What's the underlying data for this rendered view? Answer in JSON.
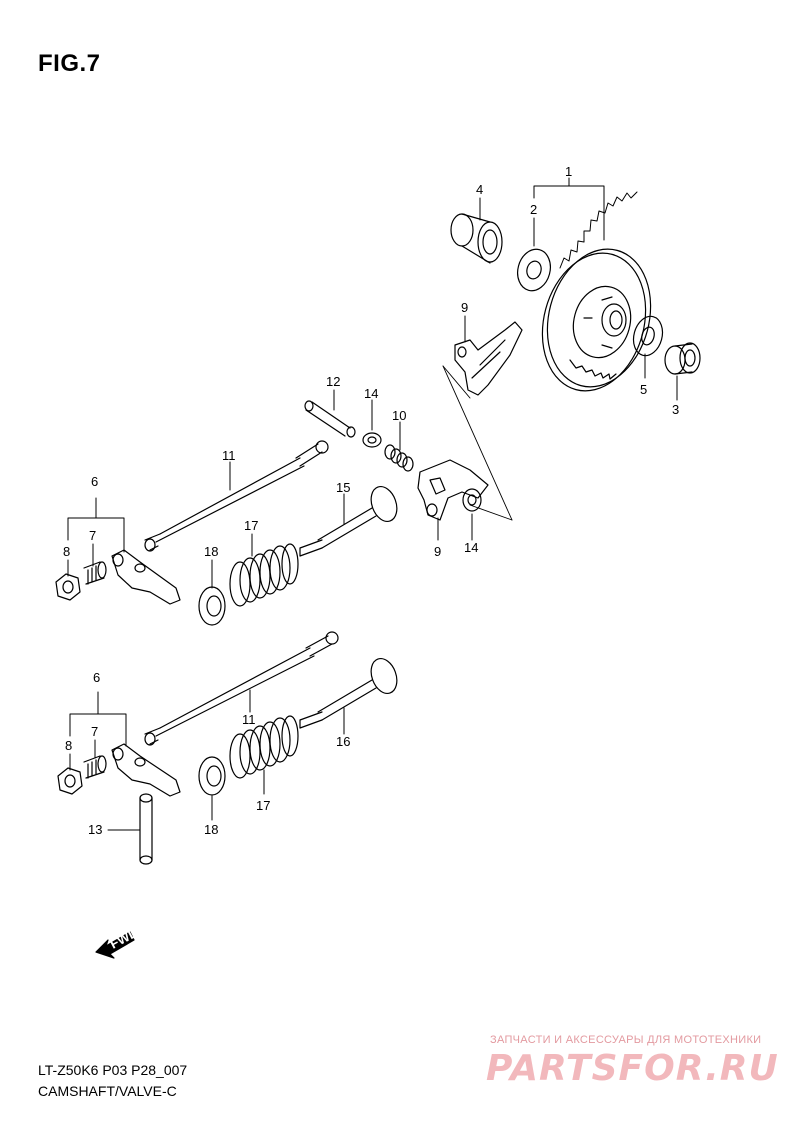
{
  "header": {
    "figure_title": "FIG.7"
  },
  "footer": {
    "model_code": "LT-Z50K6 P03 P28_007",
    "section_name": "CAMSHAFT/VALVE-C"
  },
  "watermark": {
    "tagline": "ЗАПЧАСТИ И АКСЕССУАРЫ ДЛЯ МОТОТЕХНИКИ",
    "logo_text": "PARTSFOR.RU"
  },
  "fwd_arrow": {
    "label": "FWD"
  },
  "callouts": {
    "c1": "1",
    "c2": "2",
    "c3": "3",
    "c4": "4",
    "c5": "5",
    "c9a": "9",
    "c9b": "9",
    "c10": "10",
    "c12": "12",
    "c14a": "14",
    "c14b": "14",
    "c15": "15",
    "c11a": "11",
    "c6a": "6",
    "c7a": "7",
    "c8a": "8",
    "c17a": "17",
    "c18a": "18",
    "c6b": "6",
    "c7b": "7",
    "c8b": "8",
    "c11b": "11",
    "c16": "16",
    "c17b": "17",
    "c18b": "18",
    "c13": "13"
  },
  "colors": {
    "line": "#000000",
    "watermark_logo": "#f2b8bc",
    "watermark_text": "#e39aa0"
  }
}
